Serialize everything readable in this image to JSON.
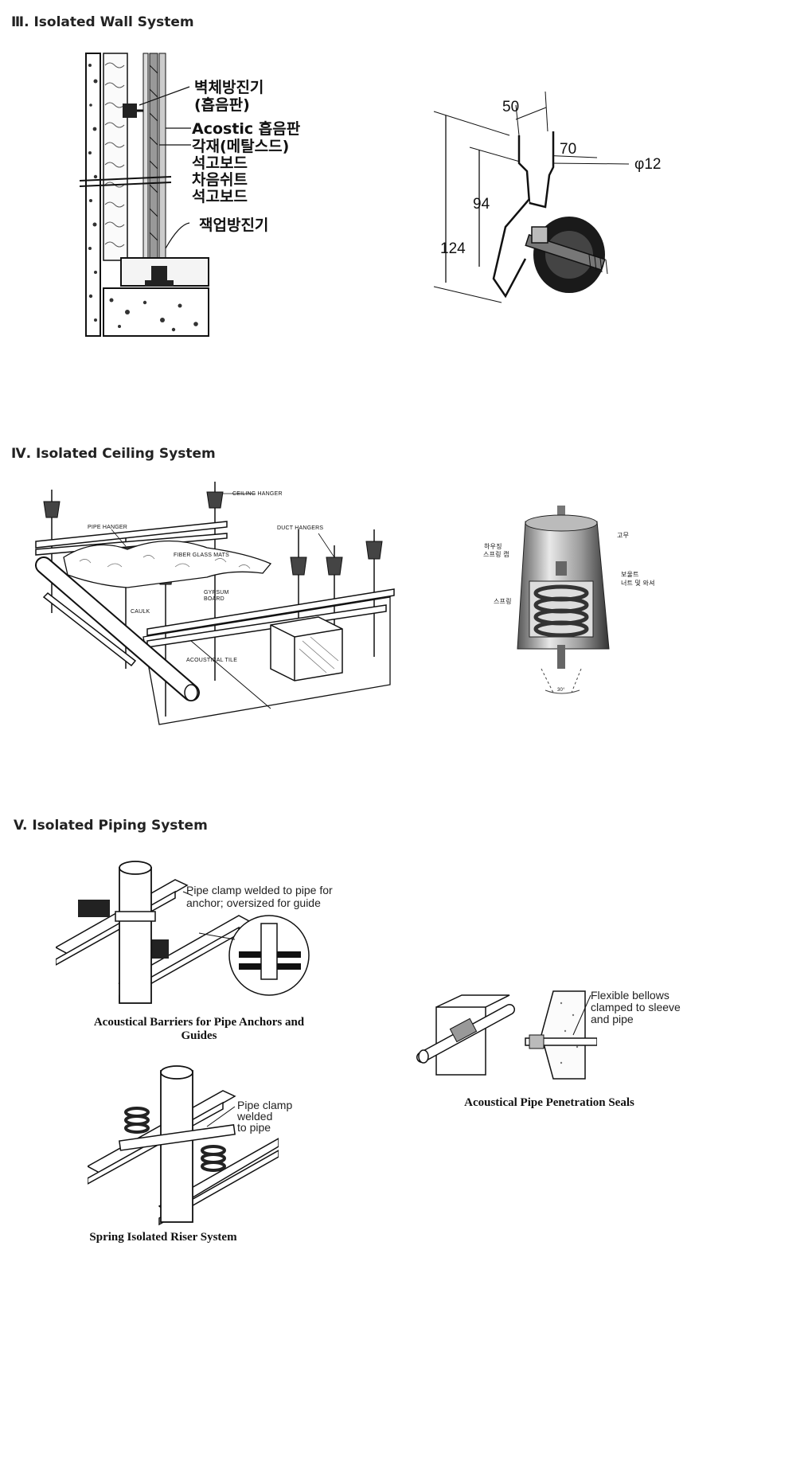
{
  "sections": [
    {
      "title": "Ⅲ. Isolated Wall System"
    },
    {
      "title": "Ⅳ. Isolated Ceiling System"
    },
    {
      "title": "V. Isolated Piping System"
    }
  ],
  "wall": {
    "labels": [
      "벽체방진기",
      "(흡음판)",
      "Acostic 흡음판",
      "각재(메탈스드)",
      "석고보드",
      "차음쉬트",
      "석고보드",
      "잭업방진기"
    ],
    "dims": [
      "50",
      "70",
      "φ12",
      "94",
      "124"
    ]
  },
  "ceiling": {
    "labels": [
      "CEILING HANGER",
      "PIPE HANGER",
      "DUCT HANGERS",
      "FIBER GLASS MATS",
      "GYPSUM",
      "BOARD",
      "CAULK",
      "ACOUSTICAL TILE"
    ],
    "hanger_labels": [
      "하우징",
      "스프링 캡",
      "고무",
      "보울트",
      "너트 및 와셔",
      "스프링",
      "30°"
    ]
  },
  "piping": {
    "anchor_note": [
      "Pipe clamp welded to pipe for",
      "anchor; oversized for guide"
    ],
    "anchor_caption": "Acoustical Barriers for Pipe Anchors and Guides",
    "riser_note": [
      "Pipe clamp",
      "welded",
      "to pipe"
    ],
    "riser_caption": "Spring Isolated Riser System",
    "seal_note": [
      "Flexible bellows",
      "clamped to sleeve",
      "and pipe"
    ],
    "seal_caption": "Acoustical Pipe Penetration Seals"
  }
}
